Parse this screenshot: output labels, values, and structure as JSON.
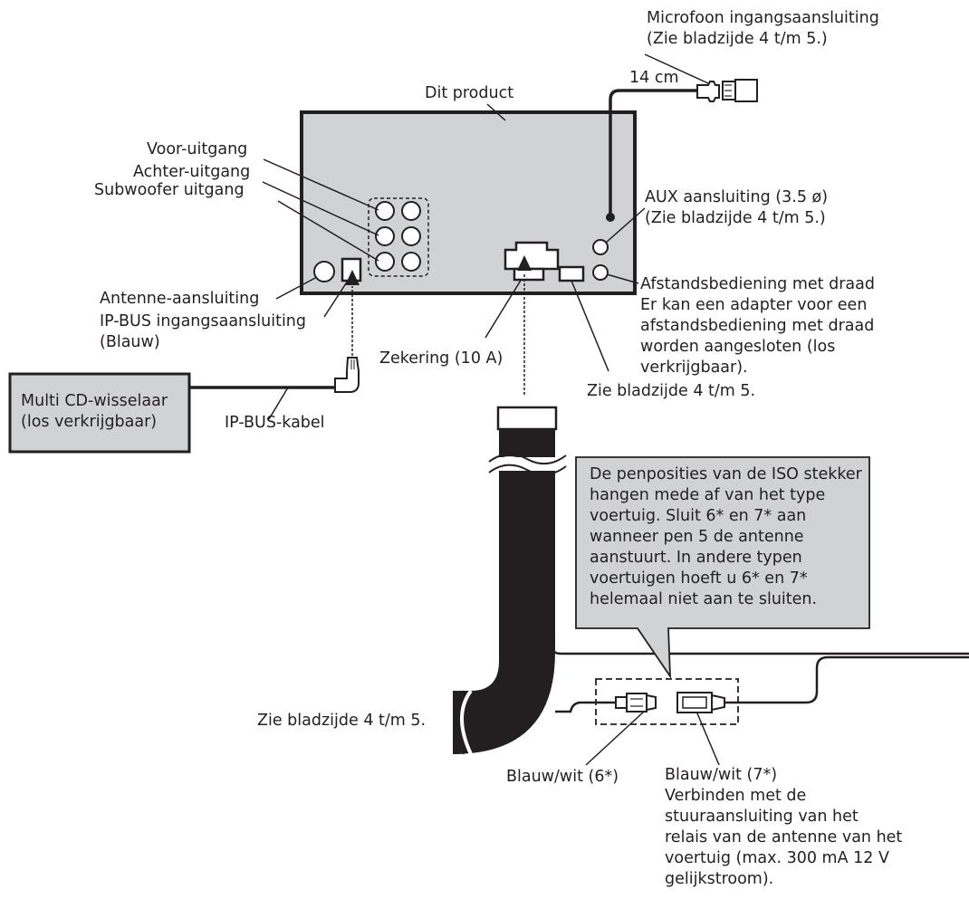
{
  "labels": {
    "microphone_jack": [
      "Microfoon ingangsaansluiting",
      "(Zie bladzijde 4 t/m 5.)"
    ],
    "cable_length": "14 cm",
    "product": "Dit product",
    "front_output": "Voor-uitgang",
    "rear_output": "Achter-uitgang",
    "subwoofer_output": "Subwoofer uitgang",
    "aux_jack": [
      "AUX aansluiting (3.5 ø)",
      "(Zie bladzijde 4 t/m 5.)"
    ],
    "wired_remote": [
      "Afstandsbediening met draad",
      "Er kan een adapter voor een",
      "afstandsbediening met draad",
      "worden aangesloten (los",
      "verkrijgbaar)."
    ],
    "antenna_jack": "Antenne-aansluiting",
    "ipbus_input": [
      "IP-BUS ingangsaansluiting",
      "(Blauw)"
    ],
    "fuse": "Zekering (10 A)",
    "see_page_right": "Zie bladzijde 4 t/m 5.",
    "cd_changer": [
      "Multi CD-wisselaar",
      "(los verkrijgbaar)"
    ],
    "ipbus_cable": "IP-BUS-kabel",
    "iso_note": [
      "De penposities van de ISO stekker",
      "hangen mede af van het type",
      "voertuig. Sluit 6* en 7* aan",
      "wanneer pen 5 de antenne",
      "aanstuurt. In andere typen",
      "voertuigen hoeft u 6* en 7*",
      "helemaal niet aan te sluiten."
    ],
    "see_page_left": "Zie bladzijde 4 t/m 5.",
    "blue_white_6": "Blauw/wit (6*)",
    "blue_white_7": [
      "Blauw/wit (7*)",
      "Verbinden met de",
      "stuuraansluiting van het",
      "relais van de antenne van het",
      "voertuig (max. 300 mA 12 V",
      "gelijkstroom)."
    ]
  },
  "colors": {
    "unit_fill": "#d1d2d4",
    "line": "#231f20",
    "harness": "#231f20",
    "note_fill": "#d1d2d4"
  }
}
